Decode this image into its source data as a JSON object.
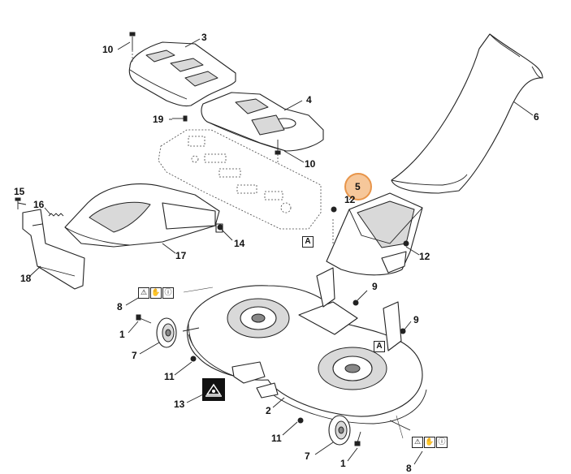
{
  "parts": {
    "p1a": "1",
    "p1b": "1",
    "p2": "2",
    "p3": "3",
    "p4": "4",
    "p5": "5",
    "p6": "6",
    "p7a": "7",
    "p7b": "7",
    "p8a": "8",
    "p8b": "8",
    "p9a": "9",
    "p9b": "9",
    "p10a": "10",
    "p10b": "10",
    "p11a": "11",
    "p11b": "11",
    "p12a": "12",
    "p12b": "12",
    "p13": "13",
    "p14": "14",
    "p15": "15",
    "p16": "16",
    "p17": "17",
    "p18": "18",
    "p19": "19"
  },
  "ref_marker": "A",
  "highlighted_part": "5",
  "colors": {
    "highlight_fill": "#f6c79a",
    "highlight_border": "#e8954a",
    "line": "#222222"
  },
  "icons": [
    "warning-triangle-icon",
    "hand-hazard-icon",
    "read-manual-icon",
    "mower-symbol-icon"
  ]
}
